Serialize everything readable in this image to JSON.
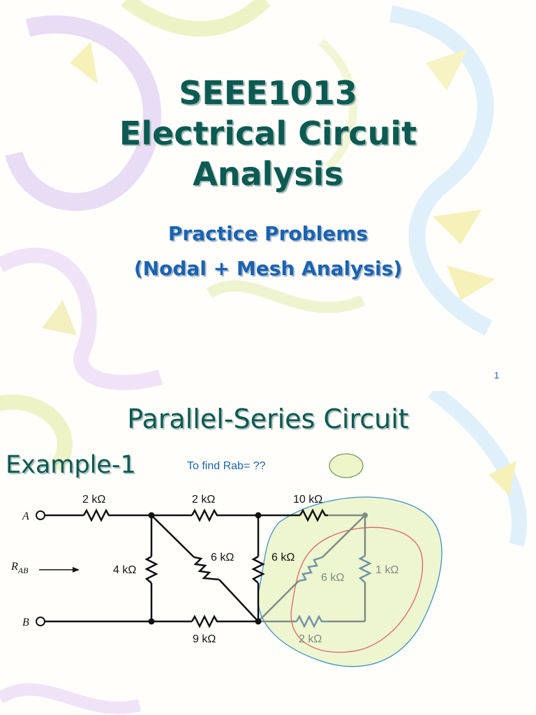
{
  "slide1": {
    "title_lines": [
      "SEEE1013",
      "Electrical Circuit",
      "Analysis"
    ],
    "subtitle_lines": [
      "Practice Problems",
      "(Nodal + Mesh Analysis)"
    ],
    "page_number": "1"
  },
  "slide2": {
    "title": "Parallel-Series Circuit",
    "example_label": "Example-1",
    "annotation": "To find Rab= ??",
    "circuit": {
      "terminal_a": "A",
      "terminal_b": "B",
      "rab_label_main": "R",
      "rab_label_sub": "AB",
      "resistors": {
        "top_left": "2 kΩ",
        "top_mid": "2 kΩ",
        "top_right": "10 kΩ",
        "left_vertical": "4 kΩ",
        "diagonal": "6 kΩ",
        "mid_vertical": "6 kΩ",
        "bottom_mid": "9 kΩ",
        "inner_diagonal": "6 kΩ",
        "right_vertical": "1 kΩ",
        "bottom_right": "2 kΩ"
      }
    }
  }
}
